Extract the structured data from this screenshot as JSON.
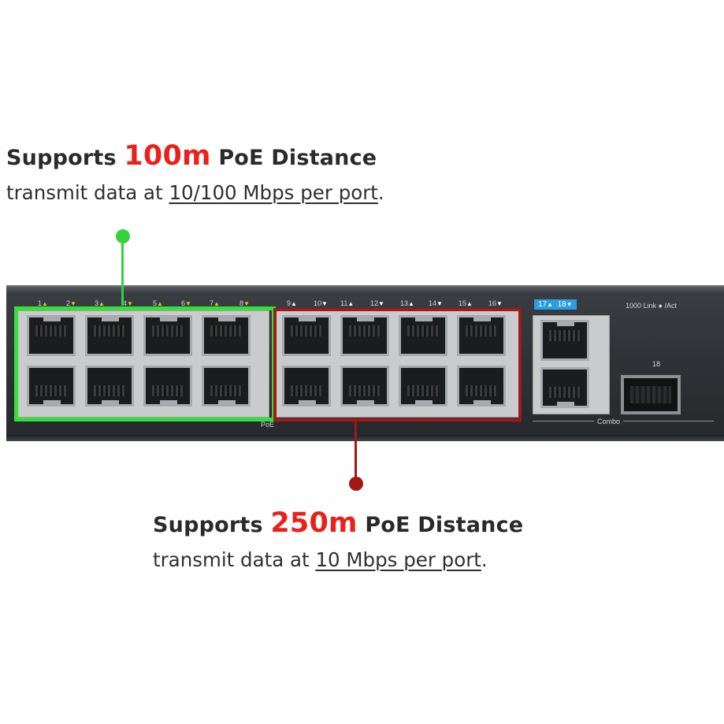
{
  "callouts": {
    "top": {
      "prefix": "Supports ",
      "distance": "100m",
      "suffix": " PoE Distance",
      "sub_prefix": "transmit data at ",
      "rate": "10/100 Mbps per port",
      "sub_suffix": "."
    },
    "bottom": {
      "prefix": "Supports ",
      "distance": "250m",
      "suffix": " PoE Distance",
      "sub_prefix": "transmit data at ",
      "rate": "10 Mbps per port",
      "sub_suffix": "."
    }
  },
  "switch": {
    "port_labels_group1": [
      "1",
      "2",
      "3",
      "4",
      "5",
      "6",
      "7",
      "8"
    ],
    "port_labels_group2": [
      "9",
      "10",
      "11",
      "12",
      "13",
      "14",
      "15",
      "16"
    ],
    "combo_labels": [
      "17",
      "18"
    ],
    "led_legend": "1000 Link ● /Act",
    "sfp_label": "18",
    "combo_text": "Combo",
    "poe_text": "PoE"
  },
  "colors": {
    "highlight_100m": "#35e038",
    "highlight_250m": "#a01a1a",
    "distance_text": "#e8221b"
  }
}
